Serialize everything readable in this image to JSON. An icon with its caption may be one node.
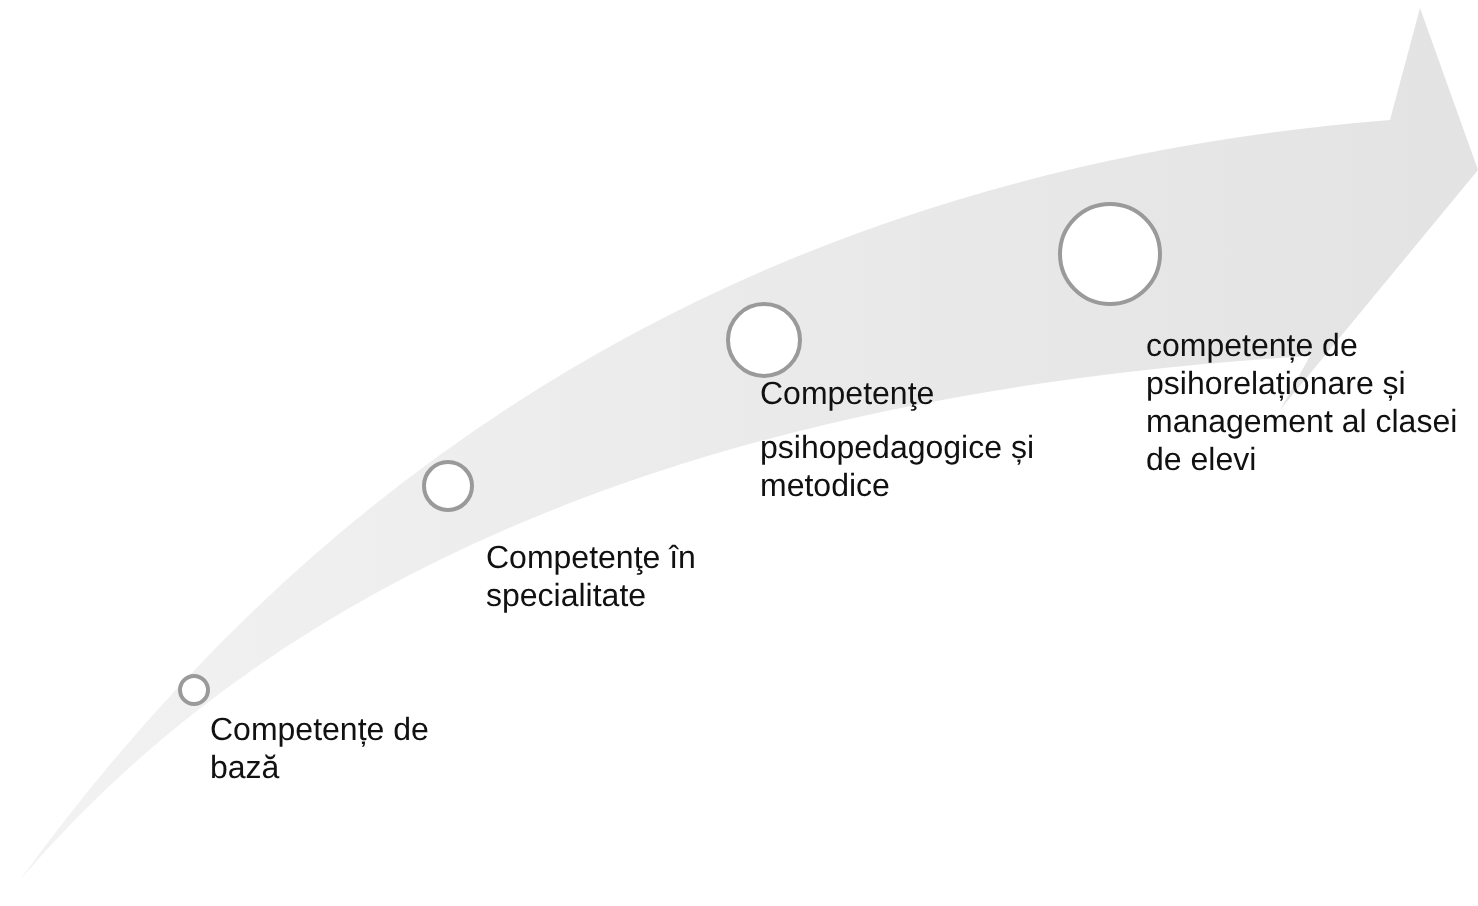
{
  "diagram": {
    "nodes": [
      {
        "text": [],
        "shape": "circle",
        "beside": [
          "Competențe de bază"
        ]
      },
      {
        "text": [],
        "shape": "circle",
        "beside": [
          "Competenţe în specialitate"
        ]
      },
      {
        "text": [],
        "shape": "circle",
        "beside": [
          "Competenţe",
          "psihopedagogice și metodice"
        ]
      },
      {
        "text": [],
        "shape": "circle",
        "beside": [
          "competențe de psihorelaționare și management al clasei de elevi"
        ]
      }
    ]
  }
}
